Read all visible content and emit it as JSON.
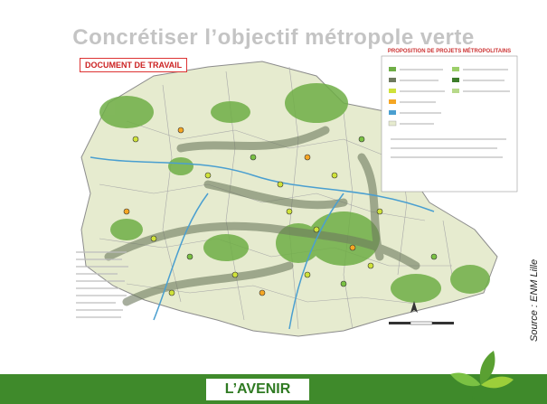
{
  "slide": {
    "title": "Concrétiser l’objectif métropole verte",
    "source": "Source : ENM Lille",
    "footer_label": "L’AVENIR"
  },
  "map": {
    "document_label": "DOCUMENT DE TRAVAIL",
    "legend_title": "PROPOSITION DE PROJETS MÉTROPOLITAINS"
  },
  "colors": {
    "footer_green": "#3f8a2b",
    "title_gray": "#c4c4c4",
    "map_land": "#e6ebcf",
    "map_green": "#6fae46",
    "corridor_gray": "#6e7a5e",
    "water_blue": "#4a9fd0"
  },
  "icons": {
    "logo": "leaf-logo-icon",
    "north_arrow": "north-arrow-icon"
  }
}
